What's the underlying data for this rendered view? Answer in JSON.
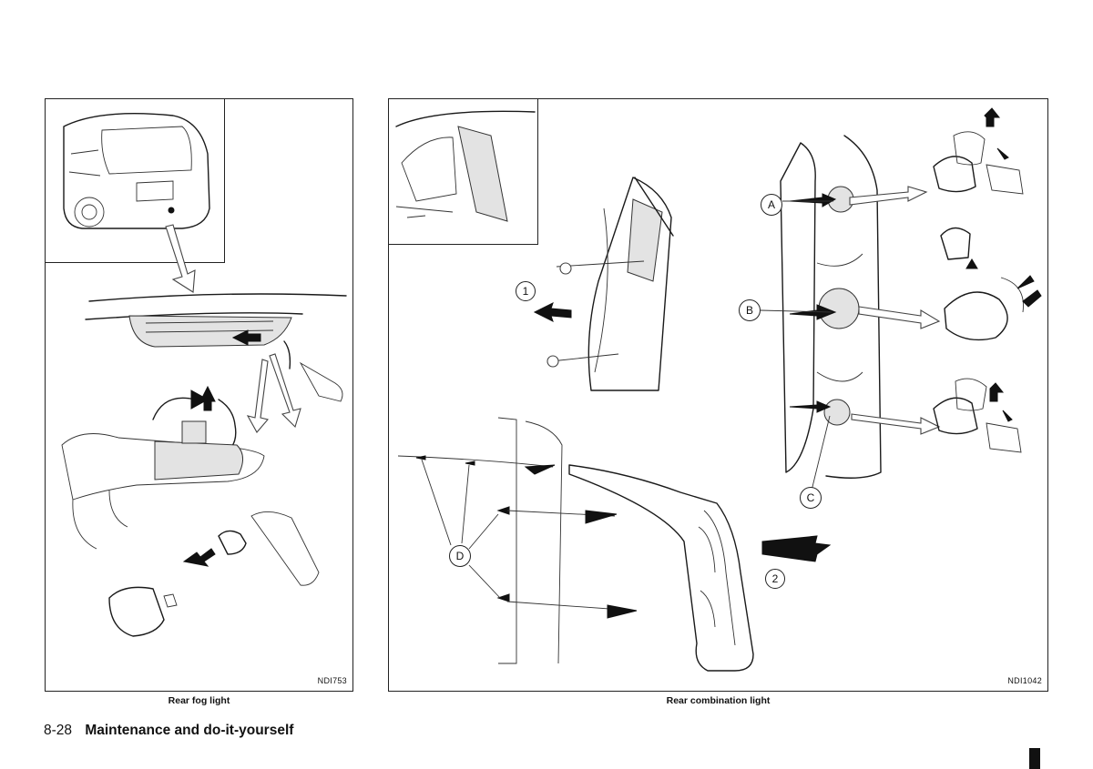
{
  "figures": [
    {
      "id": "rear-fog",
      "code": "NDI753",
      "caption": "Rear fog light"
    },
    {
      "id": "rear-combination",
      "code": "NDI1042",
      "caption": "Rear combination light",
      "callouts": [
        "A",
        "B",
        "C",
        "D",
        "1",
        "2"
      ]
    }
  ],
  "footer": {
    "page_number": "8-28",
    "section_title": "Maintenance and do-it-yourself"
  }
}
